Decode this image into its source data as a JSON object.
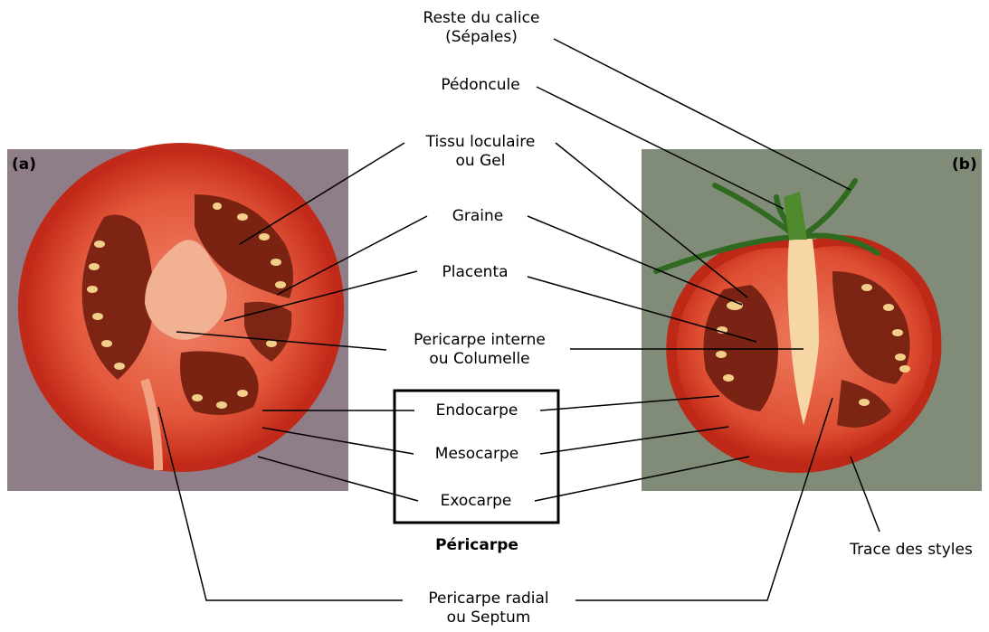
{
  "panels": {
    "left": "(a)",
    "right": "(b)"
  },
  "labels": {
    "calice_1": "Reste du calice",
    "calice_2": "(Sépales)",
    "pedoncule": "Pédoncule",
    "tissu_1": "Tissu loculaire",
    "tissu_2": "ou Gel",
    "graine": "Graine",
    "placenta": "Placenta",
    "columelle_1": "Pericarpe interne",
    "columelle_2": "ou Columelle",
    "endocarpe": "Endocarpe",
    "mesocarpe": "Mesocarpe",
    "exocarpe": "Exocarpe",
    "pericarpe": "Péricarpe",
    "styles": "Trace des styles",
    "septum_1": "Pericarpe radial",
    "septum_2": "ou Septum"
  },
  "colors": {
    "left_background": "#8e7c86",
    "right_background": "#7f8b76",
    "tomato_skin": "#c32a1a",
    "tomato_flesh": "#e0563a",
    "placenta": "#f4b59a",
    "locule": "#7a2212",
    "seed": "#f1cf8a",
    "stem": "#3e7a28",
    "line": "#000000"
  }
}
